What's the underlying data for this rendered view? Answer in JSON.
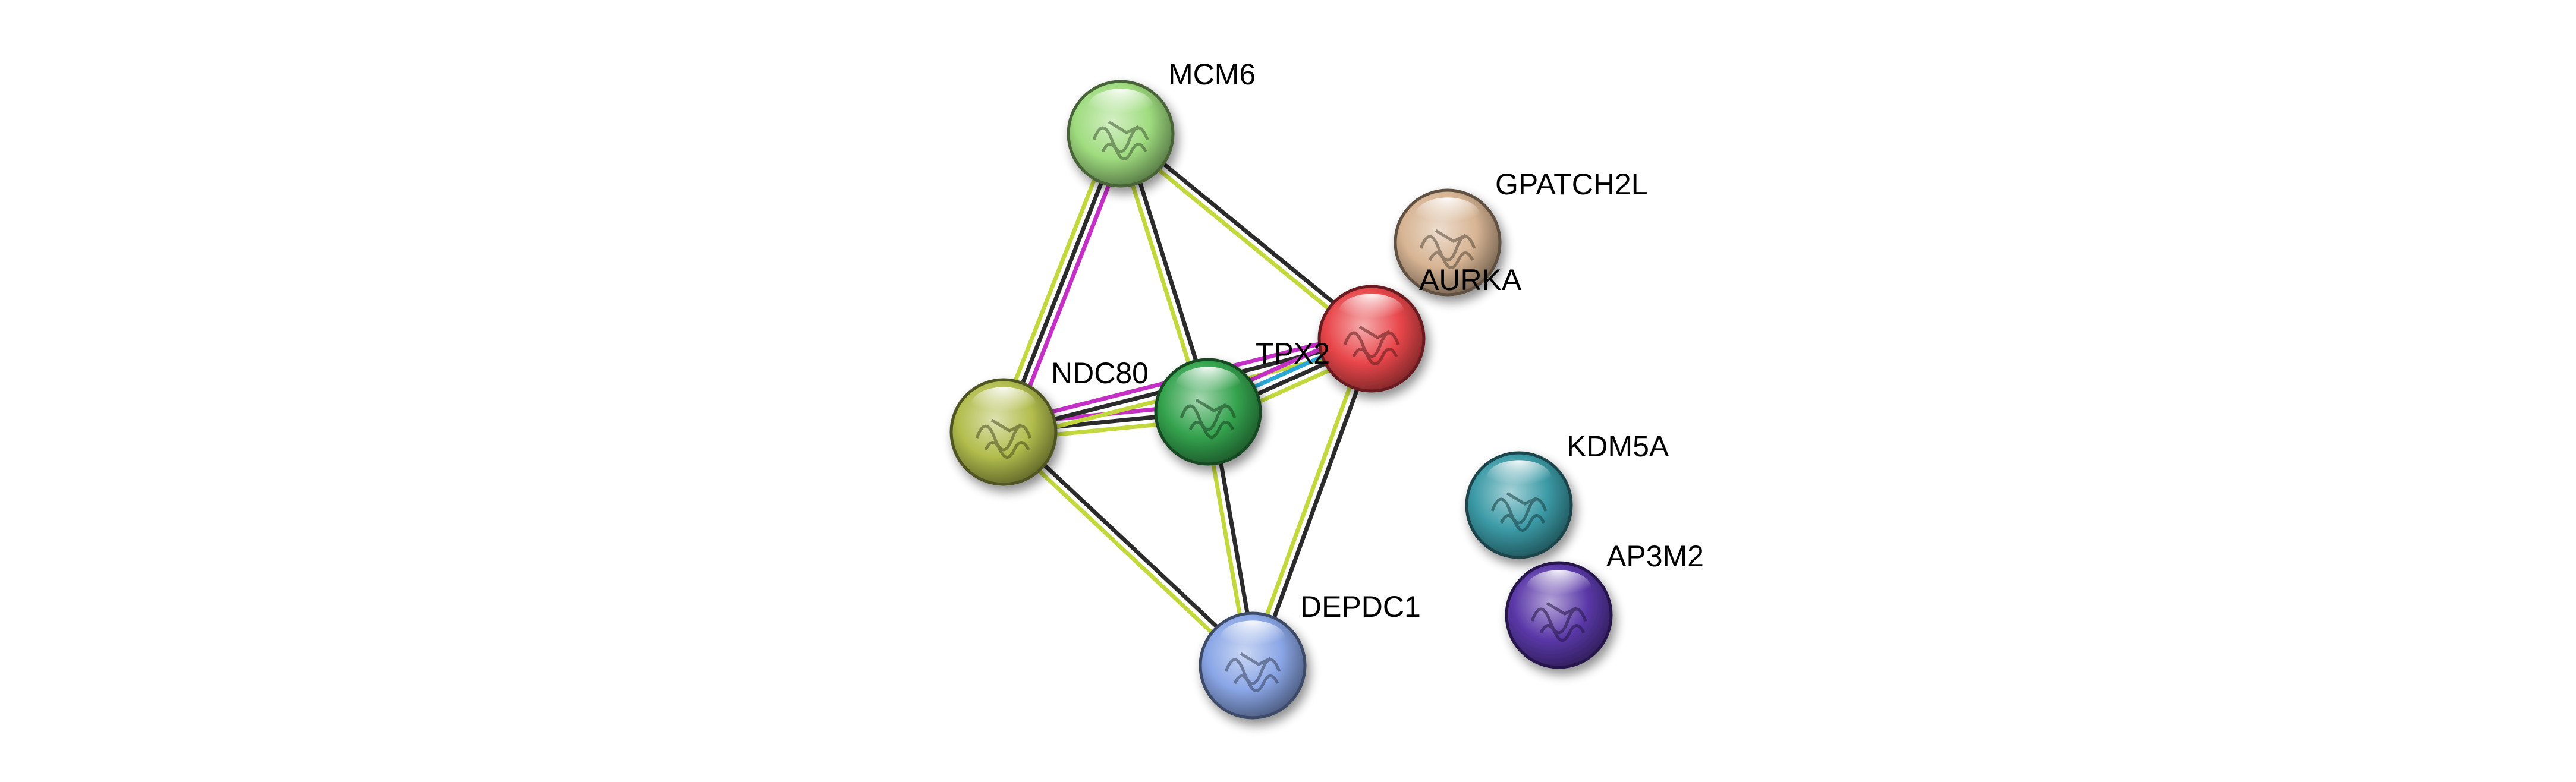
{
  "network": {
    "nodes": [
      {
        "id": "MCM6",
        "label": "MCM6",
        "color": "#9fdc7f"
      },
      {
        "id": "GPATCH2L",
        "label": "GPATCH2L",
        "color": "#d7b493"
      },
      {
        "id": "AURKA",
        "label": "AURKA",
        "color": "#e8464a"
      },
      {
        "id": "TPX2",
        "label": "TPX2",
        "color": "#34a34e"
      },
      {
        "id": "NDC80",
        "label": "NDC80",
        "color": "#b2bd4d"
      },
      {
        "id": "KDM5A",
        "label": "KDM5A",
        "color": "#3b9aa6"
      },
      {
        "id": "AP3M2",
        "label": "AP3M2",
        "color": "#5a38a8"
      },
      {
        "id": "DEPDC1",
        "label": "DEPDC1",
        "color": "#8aa6e6"
      }
    ],
    "edges": [
      {
        "source": "MCM6",
        "target": "NDC80",
        "evidence": [
          "#c42fc6",
          "#2b2b2b",
          "#c3d83c"
        ]
      },
      {
        "source": "MCM6",
        "target": "TPX2",
        "evidence": [
          "#2b2b2b",
          "#c3d83c"
        ]
      },
      {
        "source": "MCM6",
        "target": "AURKA",
        "evidence": [
          "#2b2b2b",
          "#c3d83c"
        ]
      },
      {
        "source": "NDC80",
        "target": "TPX2",
        "evidence": [
          "#c42fc6",
          "#2b2b2b",
          "#c3d83c"
        ]
      },
      {
        "source": "NDC80",
        "target": "AURKA",
        "evidence": [
          "#c42fc6",
          "#2b2b2b",
          "#c3d83c"
        ]
      },
      {
        "source": "TPX2",
        "target": "AURKA",
        "evidence": [
          "#c42fc6",
          "#2aa6d6",
          "#2b2b2b",
          "#c3d83c"
        ]
      },
      {
        "source": "NDC80",
        "target": "DEPDC1",
        "evidence": [
          "#2b2b2b",
          "#c3d83c"
        ]
      },
      {
        "source": "TPX2",
        "target": "DEPDC1",
        "evidence": [
          "#2b2b2b",
          "#c3d83c"
        ]
      },
      {
        "source": "AURKA",
        "target": "DEPDC1",
        "evidence": [
          "#2b2b2b",
          "#c3d83c"
        ]
      }
    ]
  }
}
